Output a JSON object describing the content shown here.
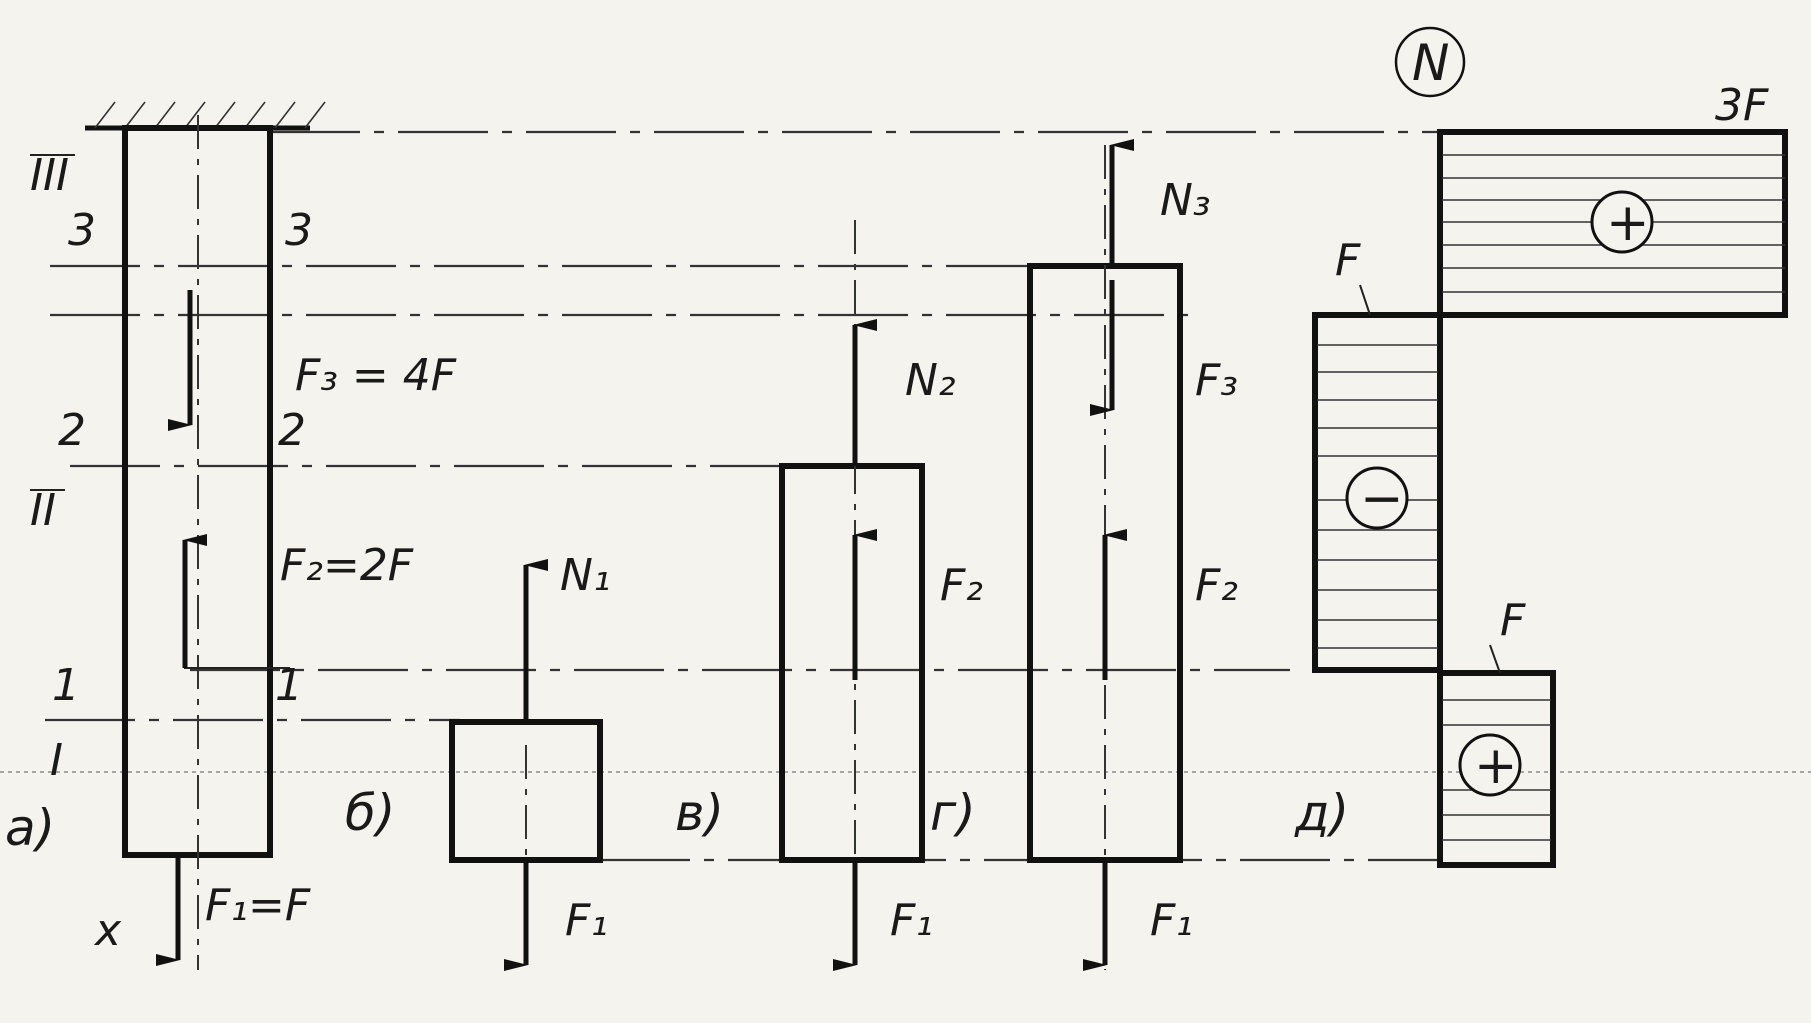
{
  "labels": {
    "N_circle": "N",
    "val_3F": "3F",
    "val_F_top": "F",
    "val_F_bottom": "F",
    "plus_top": "+",
    "minus_mid": "−",
    "plus_bottom": "+",
    "sec_III": "III",
    "sec_II": "II",
    "sec_I": "I",
    "cut3_left": "3",
    "cut3_right": "3",
    "cut2_left": "2",
    "cut2_right": "2",
    "cut1_left": "1",
    "cut1_right": "1",
    "F3_eq": "F₃ = 4F",
    "F2_eq": "F₂=2F",
    "F1_eq": "F₁=F",
    "x_axis": "x",
    "part_a": "а)",
    "part_b": "б)",
    "part_v": "в)",
    "part_g": "г)",
    "part_d": "д)",
    "N1": "N₁",
    "N2": "N₂",
    "N3": "N₃",
    "b_F1": "F₁",
    "v_F2": "F₂",
    "v_F1": "F₁",
    "g_F3": "F₃",
    "g_F2": "F₂",
    "g_F1": "F₁"
  },
  "epure": {
    "sections": [
      {
        "name": "III",
        "N": "3F",
        "sign": "+"
      },
      {
        "name": "II",
        "N": "F",
        "sign": "-"
      },
      {
        "name": "I",
        "N": "F",
        "sign": "+"
      }
    ]
  }
}
